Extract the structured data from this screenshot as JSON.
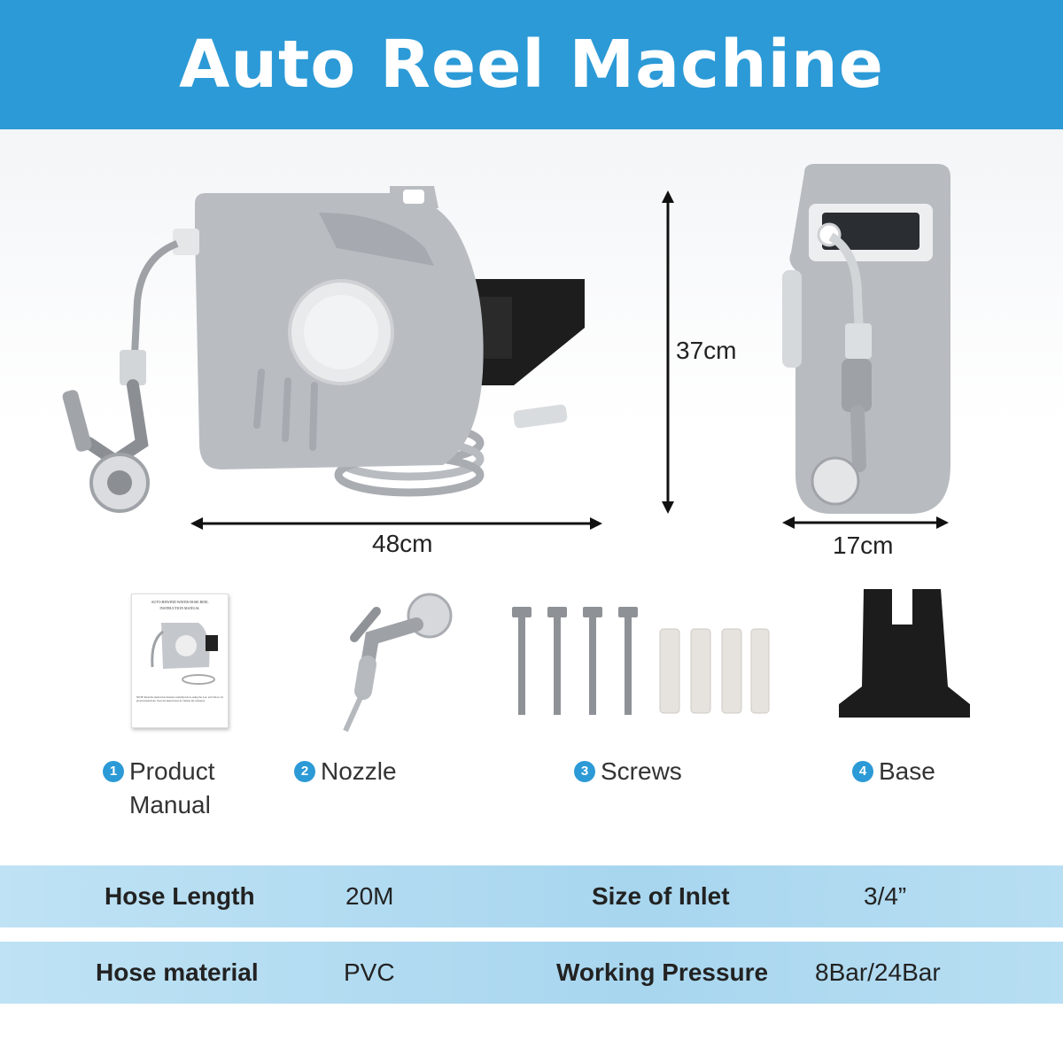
{
  "banner": {
    "title": "Auto Reel Machine"
  },
  "dimensions": {
    "width": "48cm",
    "height": "37cm",
    "depth": "17cm"
  },
  "accessories": [
    {
      "num": "1",
      "label_line1": "Product",
      "label_line2": "Manual"
    },
    {
      "num": "2",
      "label": "Nozzle"
    },
    {
      "num": "3",
      "label": "Screws"
    },
    {
      "num": "4",
      "label": "Base"
    }
  ],
  "manual": {
    "heading_line1": "AUTO-REWIND  WATER  HOSE REEL",
    "heading_line2": "INSTRUCTION  MANUAL",
    "footer": "NOTE Read the instruction manual carefully before using the tool, and follow all given instructions. Save the instructions for further the reference"
  },
  "specs": [
    {
      "key1": "Hose Length",
      "val1": "20M",
      "key2": "Size of Inlet",
      "val2": "3/4”"
    },
    {
      "key1": "Hose material",
      "val1": "PVC",
      "key2": "Working Pressure",
      "val2": "8Bar/24Bar"
    }
  ],
  "colors": {
    "accent": "#2c9ad6",
    "reel_gray": "#b9bdc2",
    "spec_band": "#a8d6ef"
  }
}
